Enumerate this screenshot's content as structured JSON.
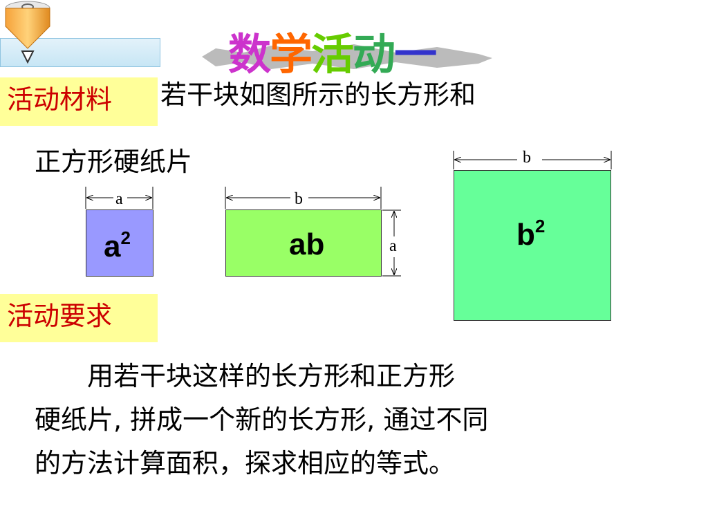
{
  "slide": {
    "title_chars": [
      "数",
      "学",
      "活",
      "动",
      "一"
    ],
    "title_colors": [
      "#cc33cc",
      "#ff6600",
      "#66cc00",
      "#33aa55",
      "#3333cc"
    ]
  },
  "materials": {
    "tag": "活动材料",
    "line1": "若干块如图所示的长方形和",
    "line2": "正方形硬纸片"
  },
  "shapes": {
    "square_small": {
      "label_base": "a",
      "label_exp": "2",
      "width_label": "a",
      "color": "#9999ff"
    },
    "rectangle": {
      "label": "ab",
      "width_label": "b",
      "height_label": "a",
      "color": "#99ff66"
    },
    "square_large": {
      "label_base": "b",
      "label_exp": "2",
      "width_label": "b",
      "color": "#66ff99"
    }
  },
  "requirements": {
    "tag": "活动要求",
    "line1": "　　用若干块这样的长方形和正方形",
    "line2": "硬纸片, 拼成一个新的长方形, 通过不同",
    "line3": "的方法计算面积，探求相应的等式。"
  }
}
